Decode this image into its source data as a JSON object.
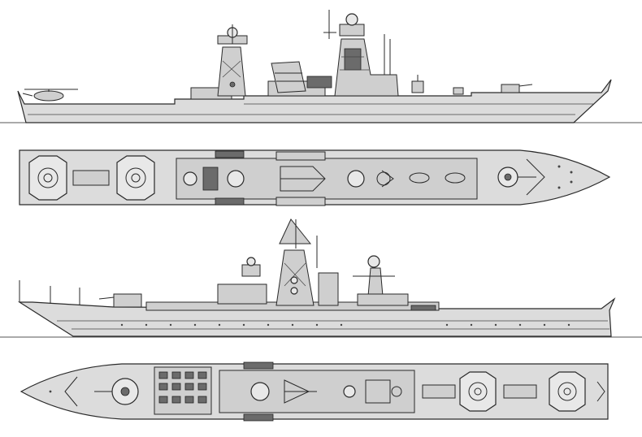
{
  "drawing": {
    "subject": "",
    "views": [
      {
        "id": "profile-port",
        "kind": "side"
      },
      {
        "id": "plan-top",
        "kind": "plan"
      },
      {
        "id": "profile-starboard",
        "kind": "side"
      },
      {
        "id": "plan-bottom",
        "kind": "plan"
      }
    ]
  },
  "colors": {
    "background": "#ffffff",
    "hull_fill": "#dcdcdc",
    "outline": "#2a2a2a",
    "shading": "#6b6b6b"
  },
  "icons": [
    "helicopter-icon",
    "radar-antenna-icon",
    "gun-turret-icon",
    "missile-launcher-icon",
    "mast-icon"
  ]
}
